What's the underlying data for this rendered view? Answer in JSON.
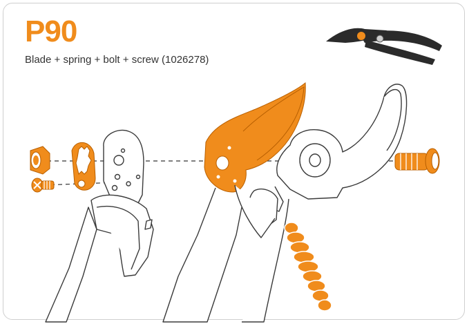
{
  "product": {
    "title": "P90",
    "subtitle": "Blade + spring + bolt + screw (1026278)"
  },
  "colors": {
    "accent": "#f08c1c",
    "outline": "#3a3a3a",
    "handle": "#2b2b2b",
    "frame_border": "#cfcfcf"
  },
  "parts": [
    {
      "name": "hex-nut",
      "highlighted": true
    },
    {
      "name": "small-screw",
      "highlighted": true
    },
    {
      "name": "lock-washer",
      "highlighted": true
    },
    {
      "name": "anvil-handle",
      "highlighted": false
    },
    {
      "name": "cutting-blade",
      "highlighted": true
    },
    {
      "name": "blade-handle",
      "highlighted": false
    },
    {
      "name": "pivot-bolt",
      "highlighted": true
    },
    {
      "name": "coil-spring",
      "highlighted": true
    }
  ]
}
